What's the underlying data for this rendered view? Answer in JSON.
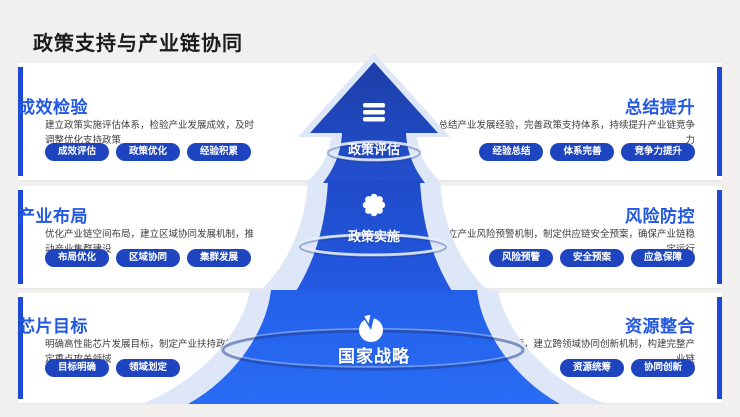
{
  "page": {
    "title": "政策支持与产业链协同"
  },
  "colors": {
    "background": "#f1f0ee",
    "card": "#ffffff",
    "accent_bar": "#1e49d2",
    "section_title": "#2257e0",
    "pill_bg": "#1e45bf",
    "funnel_top": "#1e40af",
    "funnel_mid": "#2153d6",
    "funnel_base": "#2563eb",
    "funnel_halo": "#dde7f7"
  },
  "funnel": {
    "levels": [
      {
        "label": "政策评估",
        "icon": "layers-icon"
      },
      {
        "label": "政策实施",
        "icon": "gear-icon"
      },
      {
        "label": "国家战略",
        "icon": "pie-chart-icon"
      }
    ]
  },
  "rows": [
    {
      "left": {
        "title": "成效检验",
        "desc": "建立政策实施评估体系，检验产业发展成效，及时调整优化支持政策",
        "tags": [
          "成效评估",
          "政策优化",
          "经验积累"
        ]
      },
      "right": {
        "title": "总结提升",
        "desc": "总结产业发展经验，完善政策支持体系，持续提升产业链竞争力",
        "tags": [
          "经验总结",
          "体系完善",
          "竞争力提升"
        ]
      }
    },
    {
      "left": {
        "title": "产业布局",
        "desc": "优化产业链空间布局，建立区域协同发展机制，推动产业集群建设",
        "tags": [
          "布局优化",
          "区域协同",
          "集群发展"
        ]
      },
      "right": {
        "title": "风险防控",
        "desc": "建立产业风险预警机制，制定供应链安全预案，确保产业链稳定运行",
        "tags": [
          "风险预警",
          "安全预案",
          "应急保障"
        ]
      }
    },
    {
      "left": {
        "title": "芯片目标",
        "desc": "明确高性能芯片发展目标，制定产业扶持政策，划定重点攻关领域",
        "tags": [
          "目标明确",
          "领域划定"
        ]
      },
      "right": {
        "title": "资源整合",
        "desc": "统筹政产学研用资源，建立跨领域协同创新机制，构建完整产业链",
        "tags": [
          "资源统筹",
          "协同创新"
        ]
      }
    }
  ]
}
